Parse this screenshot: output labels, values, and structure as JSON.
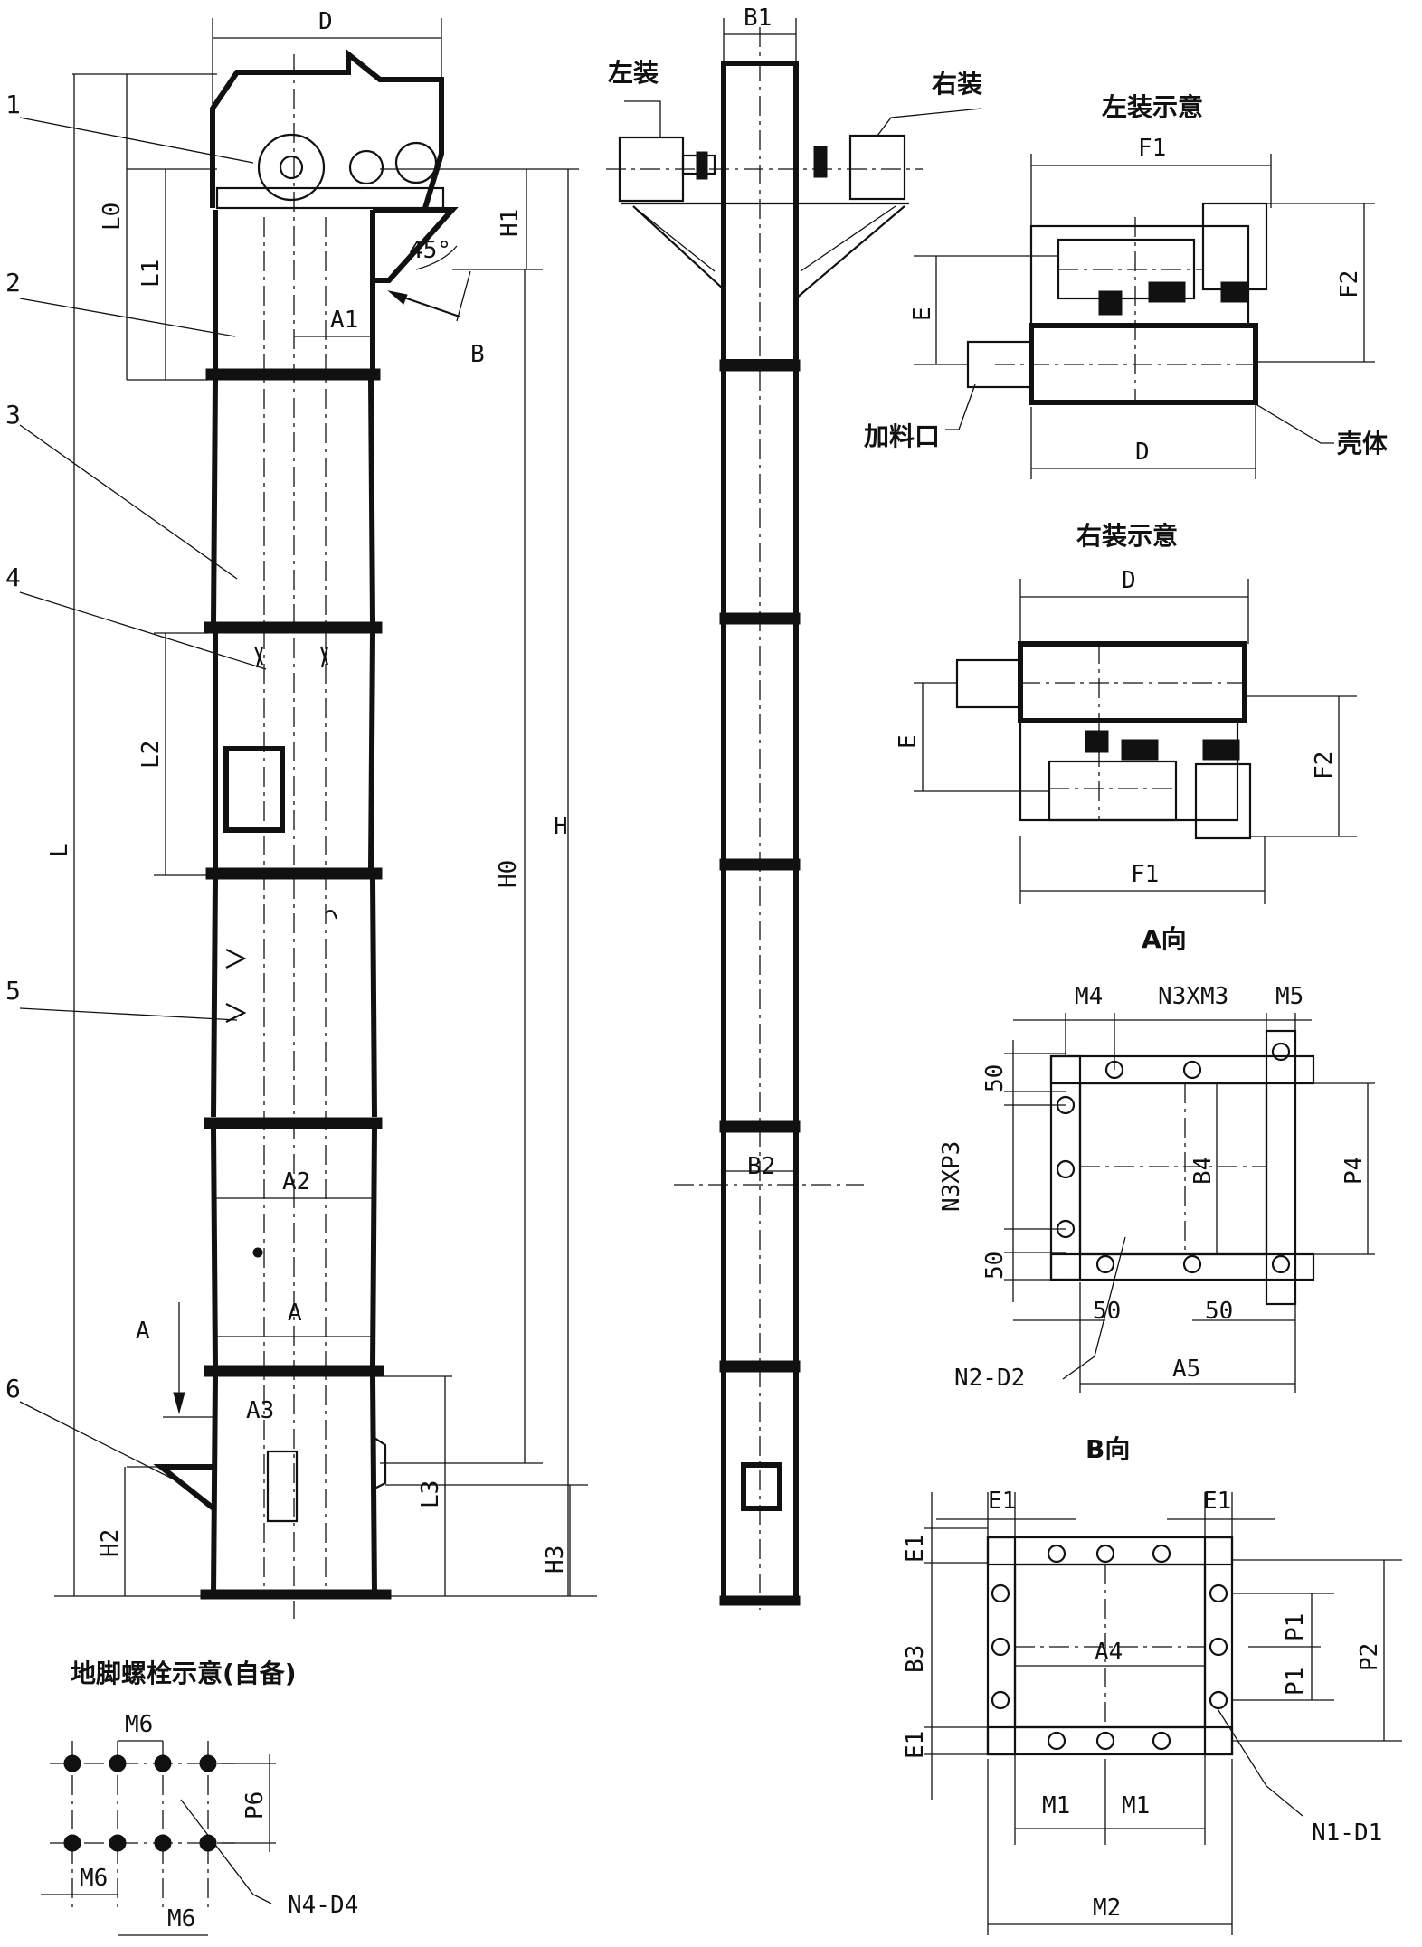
{
  "part_numbers": [
    "1",
    "2",
    "3",
    "4",
    "5",
    "6"
  ],
  "main_view": {
    "width_labels": [
      "D",
      "A1",
      "A2",
      "A",
      "A3"
    ],
    "height_labels": [
      "L0",
      "L1",
      "L2",
      "L",
      "H1",
      "H0",
      "H",
      "H2",
      "L3",
      "H3"
    ],
    "angle": "45°",
    "direction_marks": [
      "A",
      "B"
    ]
  },
  "side_view": {
    "top_label": "B1",
    "bottom_label": "B2",
    "left_mount": "左装",
    "right_mount": "右装"
  },
  "left_mount_view": {
    "title": "左装示意",
    "labels": [
      "F1",
      "F2",
      "E",
      "D"
    ],
    "feed_port": "加料口",
    "casing": "壳体"
  },
  "right_mount_view": {
    "title": "右装示意",
    "labels": [
      "D",
      "E",
      "F2",
      "F1"
    ]
  },
  "view_a": {
    "title": "A向",
    "top_labels": [
      "M4",
      "N3XM3",
      "M5"
    ],
    "left_labels": [
      "50",
      "N3XP3",
      "50"
    ],
    "inner_label": "B4",
    "right_label": "P4",
    "bottom_labels": [
      "50",
      "50"
    ],
    "bolt_label": "N2-D2",
    "width_label": "A5"
  },
  "view_b": {
    "title": "B向",
    "top_labels": [
      "E1",
      "E1"
    ],
    "left_labels": [
      "E1",
      "B3",
      "E1"
    ],
    "inner_label": "A4",
    "right_labels": [
      "P1",
      "P1",
      "P2"
    ],
    "bottom_labels": [
      "M1",
      "M1"
    ],
    "width_label": "M2",
    "bolt_label": "N1-D1"
  },
  "anchor_bolts": {
    "title": "地脚螺栓示意(自备)",
    "labels": [
      "M6",
      "P6",
      "M6",
      "M6"
    ],
    "bolt_label": "N4-D4"
  }
}
